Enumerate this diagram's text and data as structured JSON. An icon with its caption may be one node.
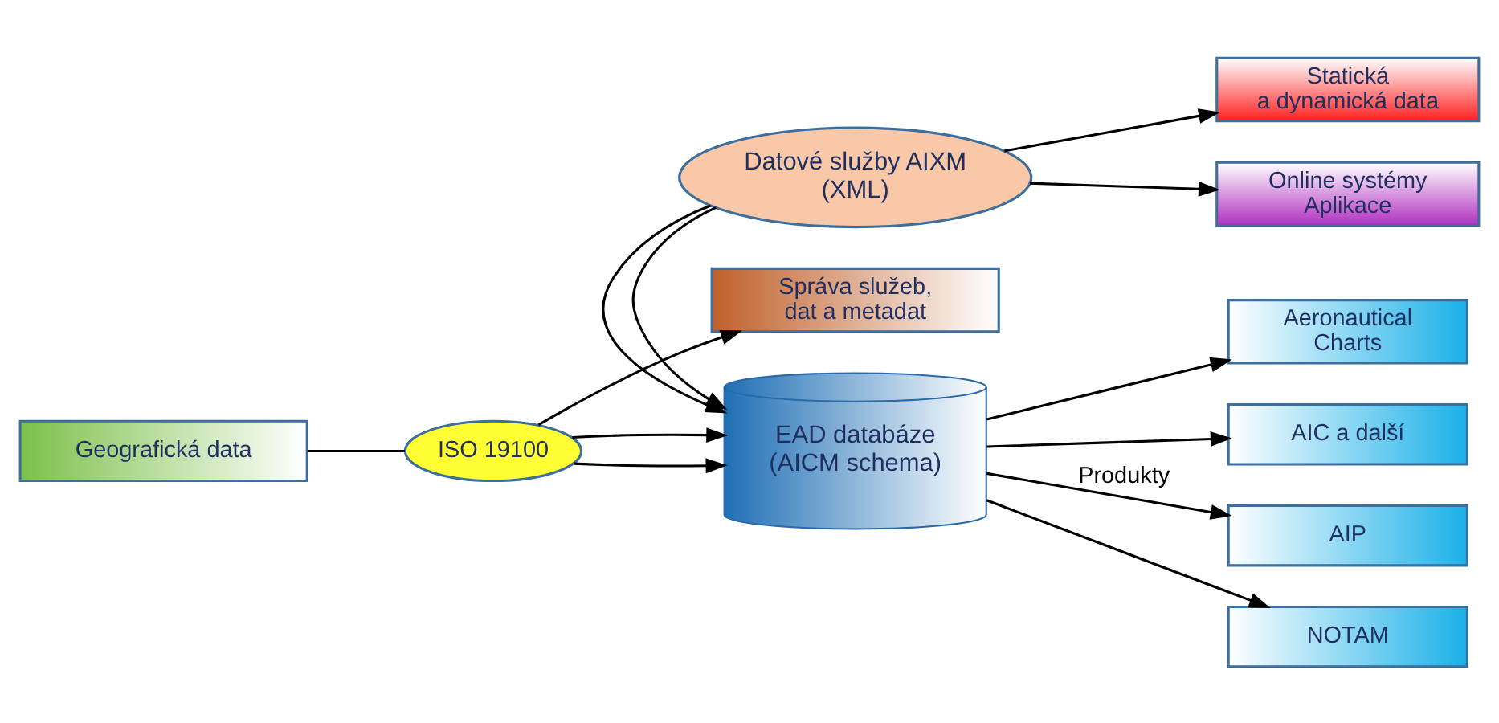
{
  "diagram": {
    "nodes": [
      {
        "text": [
          "Správa služeb, dat a metadat"
        ]
      },
      {
        "text": [
          "ISO 19100"
        ]
      },
      {
        "text": [
          "EAD databáze (AICM schema)"
        ]
      },
      {
        "text": [
          "Geografická data"
        ]
      },
      {
        "text": [
          "AIP"
        ]
      },
      {
        "text": [
          "NOTAM"
        ]
      },
      {
        "text": [
          "Aeronautical Charts"
        ]
      },
      {
        "text": [
          "AIC a další"
        ]
      },
      {
        "text": [
          "Datové služby AIXM (XML)"
        ]
      },
      {
        "text": [
          "Statická a dynamická data"
        ]
      },
      {
        "text": [
          "Online systémy Aplikace"
        ]
      }
    ],
    "edges": [
      {
        "from": 1,
        "to": 0,
        "arrow": "to"
      },
      {
        "from": 1,
        "to": 2,
        "arrow": "to"
      },
      {
        "from": 3,
        "to": 1,
        "arrow": "none"
      },
      {
        "from": 1,
        "to": 2,
        "arrow": "to"
      },
      {
        "from": 2,
        "to": 4,
        "arrow": "to",
        "label": "Produkty"
      },
      {
        "from": 2,
        "to": 5,
        "arrow": "to"
      },
      {
        "from": 2,
        "to": 6,
        "arrow": "to"
      },
      {
        "from": 2,
        "to": 7,
        "arrow": "to"
      },
      {
        "from": 8,
        "to": 2,
        "arrow": "to"
      },
      {
        "from": 8,
        "to": 2,
        "arrow": "to"
      },
      {
        "from": 8,
        "to": 9,
        "arrow": "to"
      },
      {
        "from": 8,
        "to": 10,
        "arrow": "to"
      }
    ]
  }
}
